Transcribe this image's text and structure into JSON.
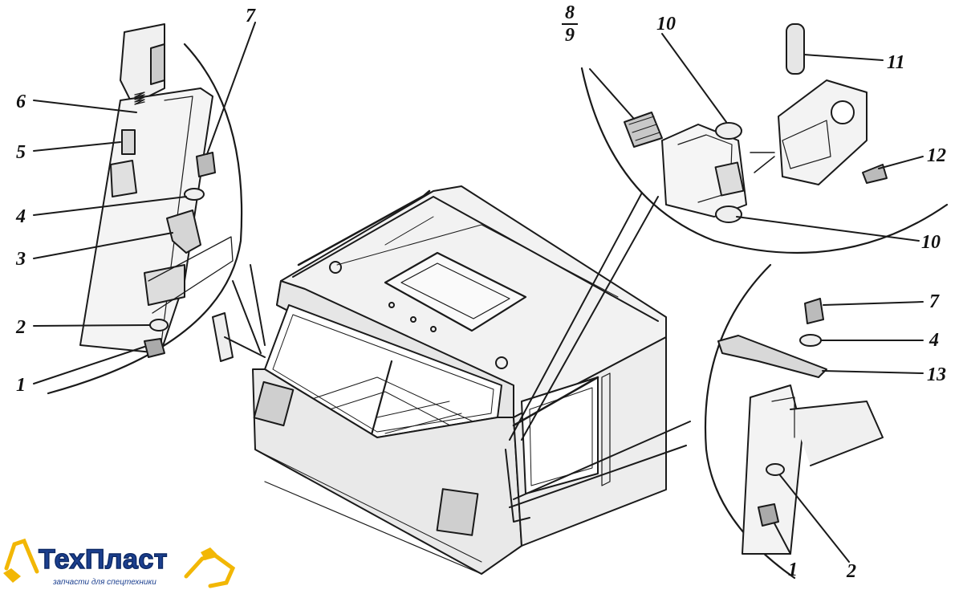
{
  "callouts": {
    "left": {
      "n7": "7",
      "n6": "6",
      "n5": "5",
      "n4": "4",
      "n3": "3",
      "n2": "2",
      "n1": "1"
    },
    "top_right": {
      "n8_top": "8",
      "n8_bottom": "9",
      "n9": "9",
      "n10_top": "10",
      "n11": "11",
      "n12": "12",
      "n10_bottom": "10"
    },
    "bottom_right": {
      "n7": "7",
      "n4": "4",
      "n13": "13",
      "n1": "1",
      "n2": "2"
    }
  },
  "logo": {
    "brand": "ТехПласт",
    "tagline": "запчасти для спецтехники",
    "colors": {
      "primary": "#1b3f8f",
      "accent": "#f2b705"
    }
  }
}
